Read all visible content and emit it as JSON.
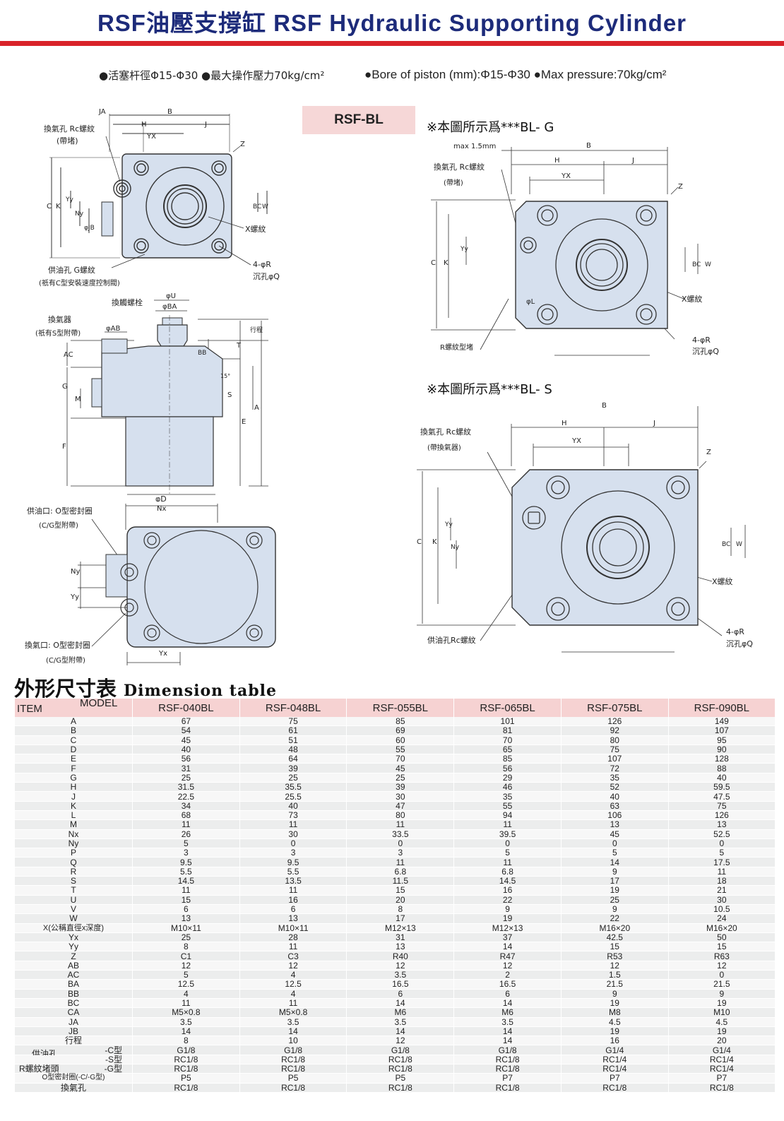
{
  "header": {
    "title": "RSF油壓支撐缸 RSF Hydraulic Supporting Cylinder",
    "spec_cn": "●活塞杆徑Φ15-Φ30 ●最大操作壓力70kg/cm²",
    "spec_en": "●Bore of piston (mm):Φ15-Φ30 ●Max pressure:70kg/cm²"
  },
  "model_box": "RSF-BL",
  "notes": {
    "bl_g": "※本圖所示爲***BL- G",
    "bl_s": "※本圖所示爲***BL- S"
  },
  "drawing_labels": {
    "top_left": {
      "vent_hole": "換氣孔 Rc螺紋",
      "plugged": "(帶堵)",
      "supply_hole": "供油孔 G螺紋",
      "supply_note": "(祇有C型安裝速度控制閥)",
      "x_thread": "X螺紋",
      "holes": "4-φR",
      "counterbore": "沉孔φQ",
      "dims": [
        "JA",
        "B",
        "H",
        "J",
        "YX",
        "Z",
        "C",
        "K",
        "Yy",
        "Ny",
        "φJB",
        "BC",
        "W"
      ]
    },
    "side": {
      "cap_bolt": "換觸螺栓",
      "vent": "換氣器",
      "vent_note": "(祇有S型附帶)",
      "stroke": "行程",
      "dims": [
        "φU",
        "φBA",
        "φAB",
        "AC",
        "BB",
        "T",
        "G",
        "M",
        "S",
        "E",
        "A",
        "F",
        "15°",
        "φD"
      ]
    },
    "bottom_left": {
      "supply_port": "供油口: O型密封圈",
      "supply_note": "(C/G型附帶)",
      "vent_port": "換氣口: O型密封圈",
      "vent_note": "(C/G型附帶)",
      "dims": [
        "Nx",
        "Ny",
        "Yy",
        "Yx"
      ]
    },
    "right_g": {
      "max": "max 1.5mm",
      "vent_hole": "換氣孔 Rc螺紋",
      "plugged": "(帶堵)",
      "plug": "R螺紋型堵",
      "x_thread": "X螺紋",
      "holes": "4-φR",
      "counterbore": "沉孔φQ",
      "dims": [
        "B",
        "H",
        "J",
        "YX",
        "Z",
        "C",
        "K",
        "Yy",
        "BC",
        "W",
        "φL"
      ]
    },
    "right_s": {
      "vent_hole": "換氣孔 Rc螺紋",
      "with_vent": "(帶換氣器)",
      "supply": "供油孔Rc螺紋",
      "x_thread": "X螺紋",
      "holes": "4-φR",
      "counterbore": "沉孔φQ",
      "dims": [
        "B",
        "H",
        "J",
        "YX",
        "Z",
        "C",
        "K",
        "Yy",
        "Ny",
        "BC",
        "W"
      ]
    }
  },
  "dimension_table": {
    "title_cn": "外形尺寸表",
    "title_en": "Dimension table",
    "item_header": "ITEM",
    "model_header": "MODEL",
    "models": [
      "RSF-040BL",
      "RSF-048BL",
      "RSF-055BL",
      "RSF-065BL",
      "RSF-075BL",
      "RSF-090BL"
    ],
    "rows": [
      [
        "A",
        "67",
        "75",
        "85",
        "101",
        "126",
        "149"
      ],
      [
        "B",
        "54",
        "61",
        "69",
        "81",
        "92",
        "107"
      ],
      [
        "C",
        "45",
        "51",
        "60",
        "70",
        "80",
        "95"
      ],
      [
        "D",
        "40",
        "48",
        "55",
        "65",
        "75",
        "90"
      ],
      [
        "E",
        "56",
        "64",
        "70",
        "85",
        "107",
        "128"
      ],
      [
        "F",
        "31",
        "39",
        "45",
        "56",
        "72",
        "88"
      ],
      [
        "G",
        "25",
        "25",
        "25",
        "29",
        "35",
        "40"
      ],
      [
        "H",
        "31.5",
        "35.5",
        "39",
        "46",
        "52",
        "59.5"
      ],
      [
        "J",
        "22.5",
        "25.5",
        "30",
        "35",
        "40",
        "47.5"
      ],
      [
        "K",
        "34",
        "40",
        "47",
        "55",
        "63",
        "75"
      ],
      [
        "L",
        "68",
        "73",
        "80",
        "94",
        "106",
        "126"
      ],
      [
        "M",
        "11",
        "11",
        "11",
        "11",
        "13",
        "13"
      ],
      [
        "Nx",
        "26",
        "30",
        "33.5",
        "39.5",
        "45",
        "52.5"
      ],
      [
        "Ny",
        "5",
        "0",
        "0",
        "0",
        "0",
        "0"
      ],
      [
        "P",
        "3",
        "3",
        "3",
        "5",
        "5",
        "5"
      ],
      [
        "Q",
        "9.5",
        "9.5",
        "11",
        "11",
        "14",
        "17.5"
      ],
      [
        "R",
        "5.5",
        "5.5",
        "6.8",
        "6.8",
        "9",
        "11"
      ],
      [
        "S",
        "14.5",
        "13.5",
        "11.5",
        "14.5",
        "17",
        "18"
      ],
      [
        "T",
        "11",
        "11",
        "15",
        "16",
        "19",
        "21"
      ],
      [
        "U",
        "15",
        "16",
        "20",
        "22",
        "25",
        "30"
      ],
      [
        "V",
        "6",
        "6",
        "8",
        "9",
        "9",
        "10.5"
      ],
      [
        "W",
        "13",
        "13",
        "17",
        "19",
        "22",
        "24"
      ],
      [
        "X(公稱直徑x深度)",
        "M10×11",
        "M10×11",
        "M12×13",
        "M12×13",
        "M16×20",
        "M16×20"
      ],
      [
        "Yx",
        "25",
        "28",
        "31",
        "37",
        "42.5",
        "50"
      ],
      [
        "Yy",
        "8",
        "11",
        "13",
        "14",
        "15",
        "15"
      ],
      [
        "Z",
        "C1",
        "C3",
        "R40",
        "R47",
        "R53",
        "R63"
      ],
      [
        "AB",
        "12",
        "12",
        "12",
        "12",
        "12",
        "12"
      ],
      [
        "AC",
        "5",
        "4",
        "3.5",
        "2",
        "1.5",
        "0"
      ],
      [
        "BA",
        "12.5",
        "12.5",
        "16.5",
        "16.5",
        "21.5",
        "21.5"
      ],
      [
        "BB",
        "4",
        "4",
        "6",
        "6",
        "9",
        "9"
      ],
      [
        "BC",
        "11",
        "11",
        "14",
        "14",
        "19",
        "19"
      ],
      [
        "CA",
        "M5×0.8",
        "M5×0.8",
        "M6",
        "M6",
        "M8",
        "M10"
      ],
      [
        "JA",
        "3.5",
        "3.5",
        "3.5",
        "3.5",
        "4.5",
        "4.5"
      ],
      [
        "JB",
        "14",
        "14",
        "14",
        "14",
        "19",
        "19"
      ],
      [
        "行程",
        "8",
        "10",
        "12",
        "14",
        "16",
        "20"
      ]
    ],
    "group_supply": "供油孔",
    "group_plug": "R螺紋堵頭",
    "sub_rows": [
      [
        "-C型",
        "G1/8",
        "G1/8",
        "G1/8",
        "G1/8",
        "G1/4",
        "G1/4"
      ],
      [
        "-S型",
        "RC1/8",
        "RC1/8",
        "RC1/8",
        "RC1/8",
        "RC1/4",
        "RC1/4"
      ],
      [
        "-G型",
        "RC1/8",
        "RC1/8",
        "RC1/8",
        "RC1/8",
        "RC1/4",
        "RC1/4"
      ]
    ],
    "tail_rows": [
      [
        "O型密封圈(-C/-G型)",
        "P5",
        "P5",
        "P5",
        "P7",
        "P7",
        "P7"
      ],
      [
        "換氣孔",
        "RC1/8",
        "RC1/8",
        "RC1/8",
        "RC1/8",
        "RC1/8",
        "RC1/8"
      ]
    ]
  }
}
